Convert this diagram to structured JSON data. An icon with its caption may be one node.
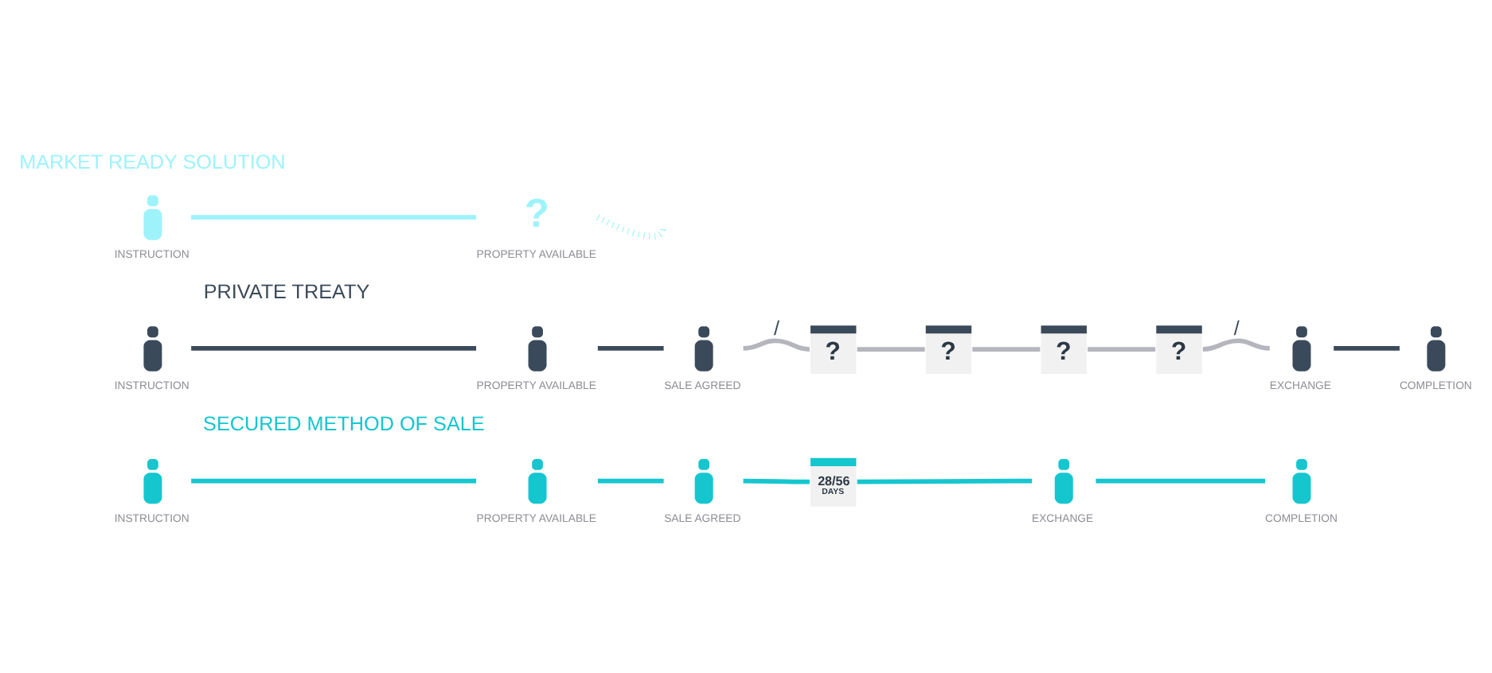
{
  "diagram": {
    "nodes": [
      {
        "text": [
          "INSTRUCTION"
        ]
      },
      {
        "text": [
          "?",
          "PROPERTY AVAILABLE"
        ]
      },
      {
        "text": [
          "INSTRUCTION"
        ]
      },
      {
        "text": [
          "PROPERTY AVAILABLE"
        ]
      },
      {
        "text": [
          "SALE AGREED"
        ]
      },
      {
        "text": [
          "?"
        ]
      },
      {
        "text": [
          "?"
        ]
      },
      {
        "text": [
          "?"
        ]
      },
      {
        "text": [
          "?"
        ]
      },
      {
        "text": [
          "EXCHANGE"
        ]
      },
      {
        "text": [
          "COMPLETION"
        ]
      },
      {
        "text": [
          "INSTRUCTION"
        ]
      },
      {
        "text": [
          "PROPERTY AVAILABLE"
        ]
      },
      {
        "text": [
          "SALE AGREED"
        ]
      },
      {
        "text": [
          "28/56",
          "DAYS"
        ]
      },
      {
        "text": [
          "EXCHANGE"
        ]
      },
      {
        "text": [
          "COMPLETION"
        ]
      }
    ],
    "edges": [
      {
        "from": 0,
        "to": 1,
        "arrow": "none",
        "color": "#9ef3fb"
      },
      {
        "from": 1,
        "to": null,
        "arrow": "none",
        "style": "dashed",
        "color": "#9ef3fb"
      },
      {
        "from": 2,
        "to": 3,
        "arrow": "none",
        "color": "#3b4a5a"
      },
      {
        "from": 3,
        "to": 4,
        "arrow": "none",
        "color": "#3b4a5a"
      },
      {
        "from": 4,
        "to": 5,
        "arrow": "none",
        "label": "/",
        "color": "#b5b5bd"
      },
      {
        "from": 5,
        "to": 6,
        "arrow": "none",
        "color": "#b5b5bd"
      },
      {
        "from": 6,
        "to": 7,
        "arrow": "none",
        "color": "#b5b5bd"
      },
      {
        "from": 7,
        "to": 8,
        "arrow": "none",
        "color": "#b5b5bd"
      },
      {
        "from": 8,
        "to": 9,
        "arrow": "none",
        "label": "/",
        "color": "#b5b5bd"
      },
      {
        "from": 9,
        "to": 10,
        "arrow": "none",
        "color": "#3b4a5a"
      },
      {
        "from": 11,
        "to": 12,
        "arrow": "none",
        "color": "#15c6cf"
      },
      {
        "from": 12,
        "to": 13,
        "arrow": "none",
        "color": "#15c6cf"
      },
      {
        "from": 13,
        "to": 14,
        "arrow": "none",
        "color": "#15c6cf"
      },
      {
        "from": 14,
        "to": 15,
        "arrow": "none",
        "color": "#15c6cf"
      },
      {
        "from": 15,
        "to": 16,
        "arrow": "none",
        "color": "#15c6cf"
      }
    ],
    "labels": [
      "MARKET READY SOLUTION",
      "PRIVATE TREATY",
      "SECURED METHOD OF SALE"
    ]
  }
}
